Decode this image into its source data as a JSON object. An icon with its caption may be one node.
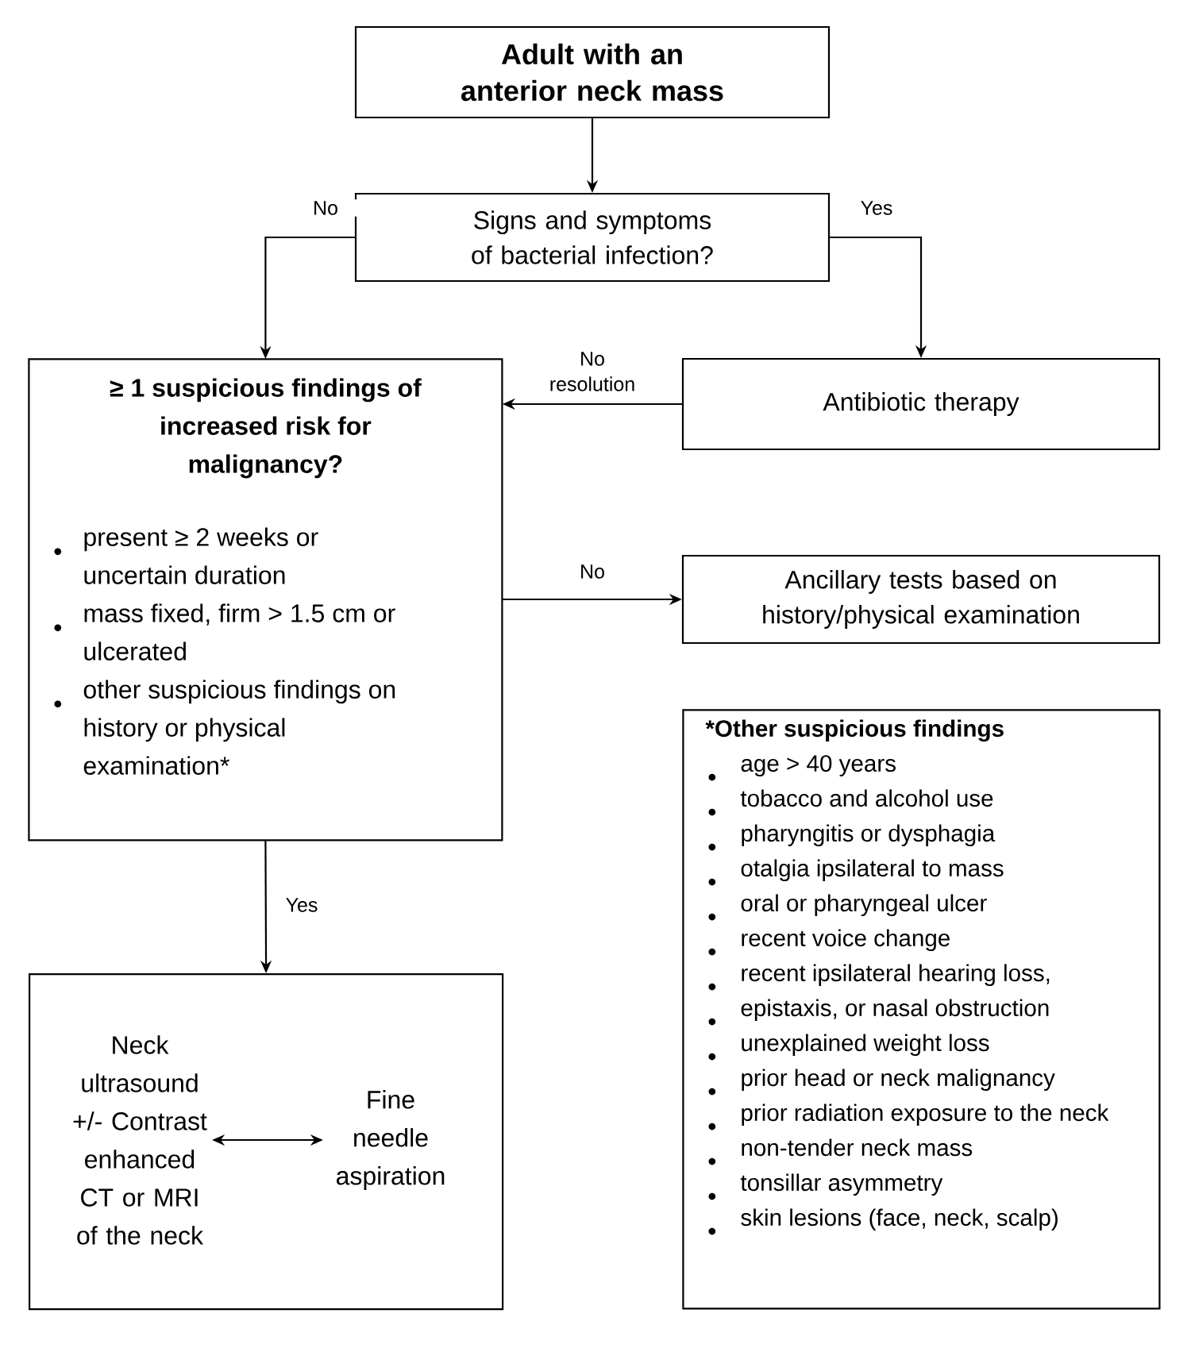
{
  "diagram": {
    "nodes": [
      {
        "text": [
          "Adult with an anterior neck mass"
        ]
      },
      {
        "text": [
          "Signs and symptoms of bacterial infection?"
        ]
      },
      {
        "text": [
          "≥ 1 suspicious findings of increased risk for malignancy?",
          "present ≥ 2 weeks or uncertain duration",
          "mass fixed, firm > 1.5 cm or ulcerated",
          "other suspicious findings on history or physical examination*"
        ]
      },
      {
        "text": [
          "Antibiotic therapy"
        ]
      },
      {
        "text": [
          "Ancillary tests based on history/physical examination"
        ]
      },
      {
        "text": [],
        "shape": "box"
      },
      {
        "text": [
          "Neck ultrasound +/- Contrast enhanced CT or MRI of the neck"
        ],
        "in": 5
      },
      {
        "text": [
          "Fine needle aspiration"
        ],
        "in": 5
      },
      {
        "text": [
          "*Other suspicious findings",
          "age > 40 years",
          "tobacco and alcohol use",
          "pharyngitis or dysphagia",
          "otalgia ipsilateral to mass",
          "oral or pharyngeal ulcer",
          "recent voice change",
          "recent ipsilateral hearing loss,",
          "epistaxis, or nasal obstruction",
          "unexplained weight loss",
          "prior head or neck malignancy",
          "prior radiation exposure to the neck",
          "non-tender neck mass",
          "tonsillar asymmetry",
          "skin lesions (face, neck, scalp)"
        ]
      }
    ],
    "edges": [
      {
        "from": 0,
        "to": 1,
        "arrow": "to"
      },
      {
        "from": 1,
        "to": 2,
        "arrow": "to",
        "label": "No"
      },
      {
        "from": 1,
        "to": 3,
        "arrow": "to",
        "label": "Yes"
      },
      {
        "from": 3,
        "to": 2,
        "arrow": "to",
        "label": "No resolution"
      },
      {
        "from": 2,
        "to": 4,
        "arrow": "to",
        "label": "No"
      },
      {
        "from": 2,
        "to": 5,
        "arrow": "to",
        "label": "Yes"
      },
      {
        "from": 6,
        "to": 7,
        "arrow": "both"
      }
    ]
  }
}
